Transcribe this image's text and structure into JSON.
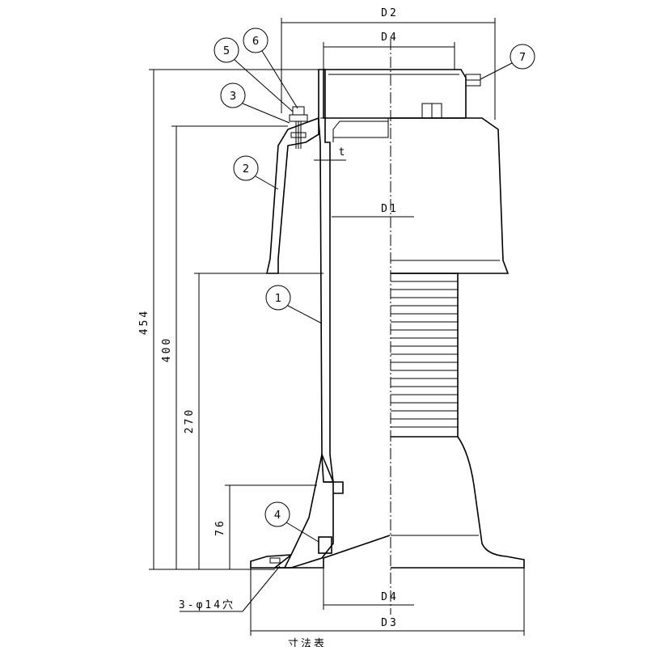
{
  "dimensions": {
    "d1": "D1",
    "d2": "D2",
    "d3": "D3",
    "d4_top": "D4",
    "d4_bottom": "D4",
    "t": "t",
    "h454": "454",
    "h400": "400",
    "h270": "270",
    "h76": "76",
    "holes": "3-φ14穴"
  },
  "callouts": [
    "1",
    "2",
    "3",
    "4",
    "5",
    "6",
    "7"
  ],
  "footer_text": "寸法表"
}
